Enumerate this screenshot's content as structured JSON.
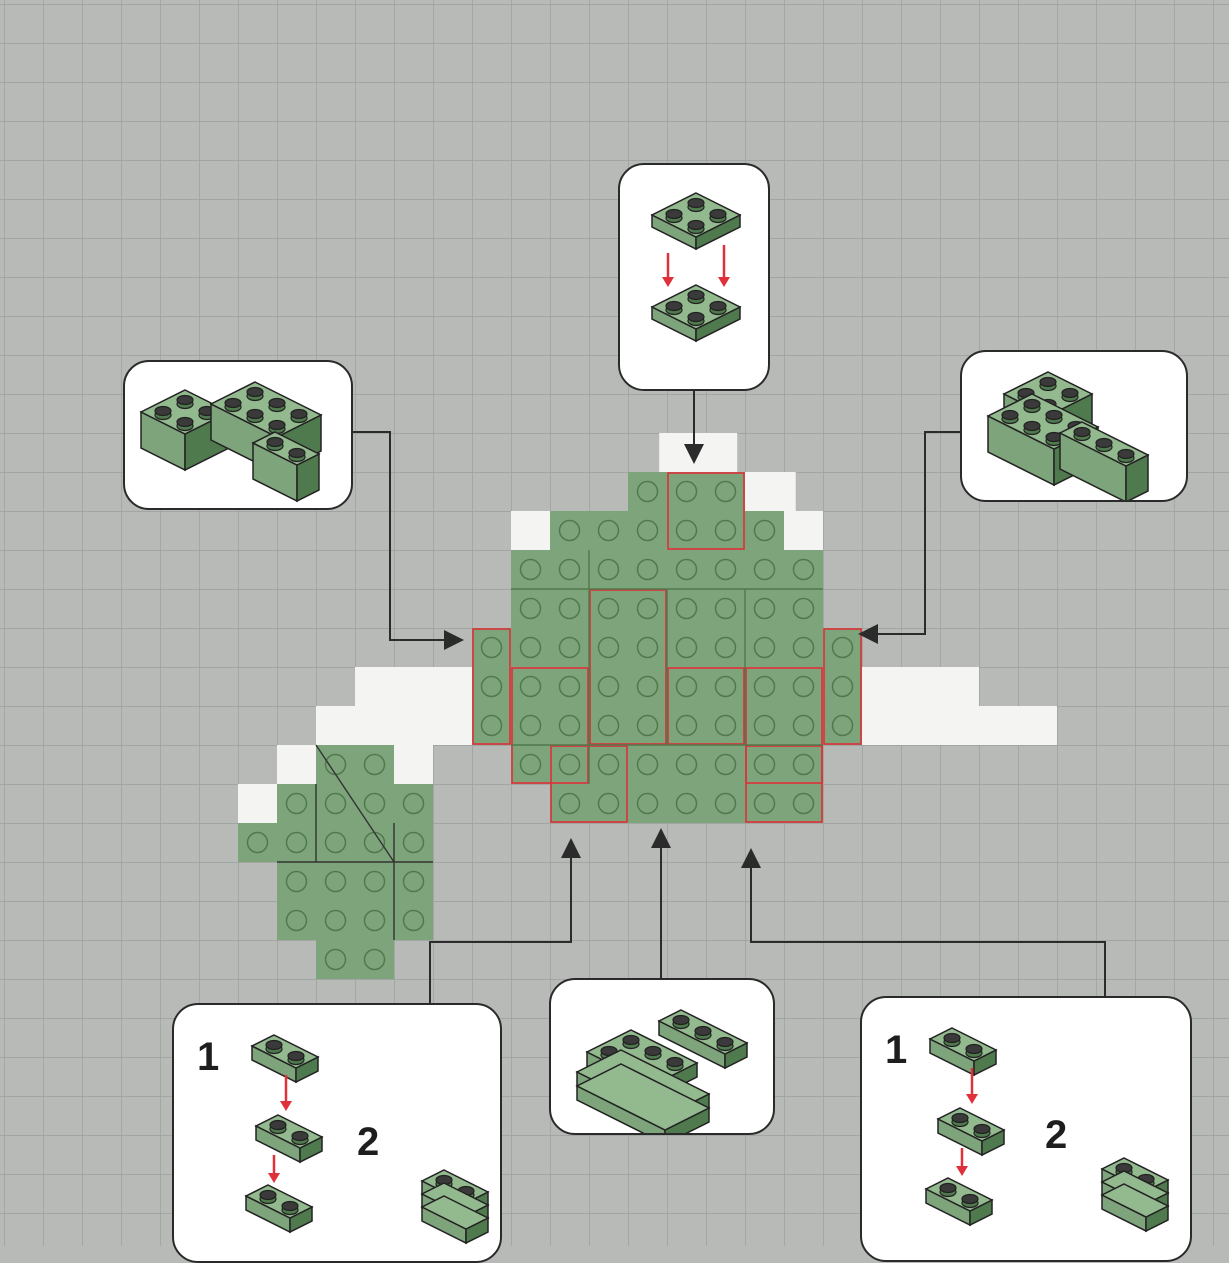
{
  "colors": {
    "baseplate": "#b7bab6",
    "grid_line": "#9c9f9b",
    "brick_green": "#7ea47b",
    "brick_green_top": "#93b98f",
    "brick_green_dark": "#4f7a4d",
    "outline_red": "#e0303a",
    "arrow_red": "#e0303a",
    "arrow_dark": "#2b2b2b",
    "white_area": "#f4f4f2",
    "callout_bg": "#ffffff"
  },
  "callouts": [
    {
      "id": "top",
      "icon": "stacked-2x2-plates-icon",
      "steps": []
    },
    {
      "id": "left",
      "icon": "stepped-brick-assembly-icon",
      "steps": []
    },
    {
      "id": "right",
      "icon": "stepped-brick-assembly-icon",
      "steps": []
    },
    {
      "id": "bottom-left",
      "icon": "1x2-plate-stack-icon",
      "steps": [
        "1",
        "2"
      ]
    },
    {
      "id": "bottom-center",
      "icon": "layered-plate-assembly-icon",
      "steps": []
    },
    {
      "id": "bottom-right",
      "icon": "1x2-plate-stack-icon",
      "steps": [
        "1",
        "2"
      ]
    }
  ]
}
